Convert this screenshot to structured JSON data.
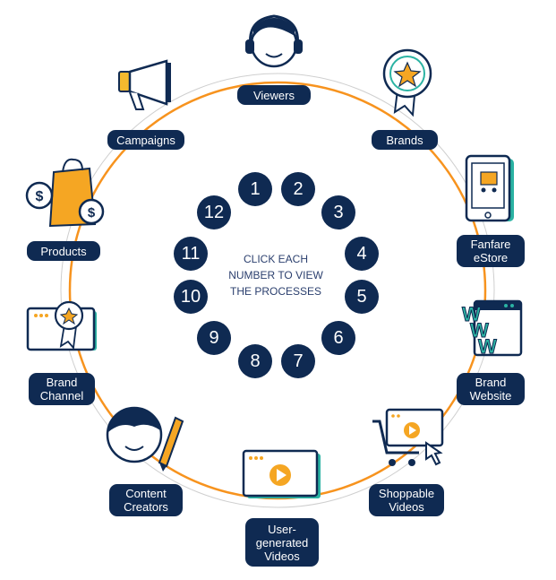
{
  "center_text": {
    "line1": "CLICK EACH",
    "line2": "NUMBER TO VIEW",
    "line3": "THE PROCESSES"
  },
  "numbers": [
    "1",
    "2",
    "3",
    "4",
    "5",
    "6",
    "7",
    "8",
    "9",
    "10",
    "11",
    "12"
  ],
  "nodes": {
    "viewers": {
      "label": "Viewers",
      "icon": "headphones-face-icon"
    },
    "brands": {
      "label": "Brands",
      "icon": "award-badge-icon"
    },
    "fanfare_estore": {
      "line1": "Fanfare",
      "line2": "eStore",
      "icon": "phone-cart-icon"
    },
    "brand_website": {
      "line1": "Brand",
      "line2": "Website",
      "icon": "www-browser-icon"
    },
    "shoppable_videos": {
      "line1": "Shoppable",
      "line2": "Videos",
      "icon": "cart-video-icon"
    },
    "user_generated_videos": {
      "line1": "User-",
      "line2": "generated",
      "line3": "Videos",
      "icon": "video-player-icon"
    },
    "content_creators": {
      "line1": "Content",
      "line2": "Creators",
      "icon": "creator-pen-icon"
    },
    "brand_channel": {
      "line1": "Brand",
      "line2": "Channel",
      "icon": "channel-badge-icon"
    },
    "products": {
      "label": "Products",
      "icon": "shopping-bag-icon"
    },
    "campaigns": {
      "label": "Campaigns",
      "icon": "megaphone-icon"
    }
  },
  "colors": {
    "navy": "#0f2a52",
    "orange": "#f7931e",
    "yellow": "#f5b92e",
    "teal": "#2bb3a3",
    "ring_gray": "#c8c8c8"
  }
}
